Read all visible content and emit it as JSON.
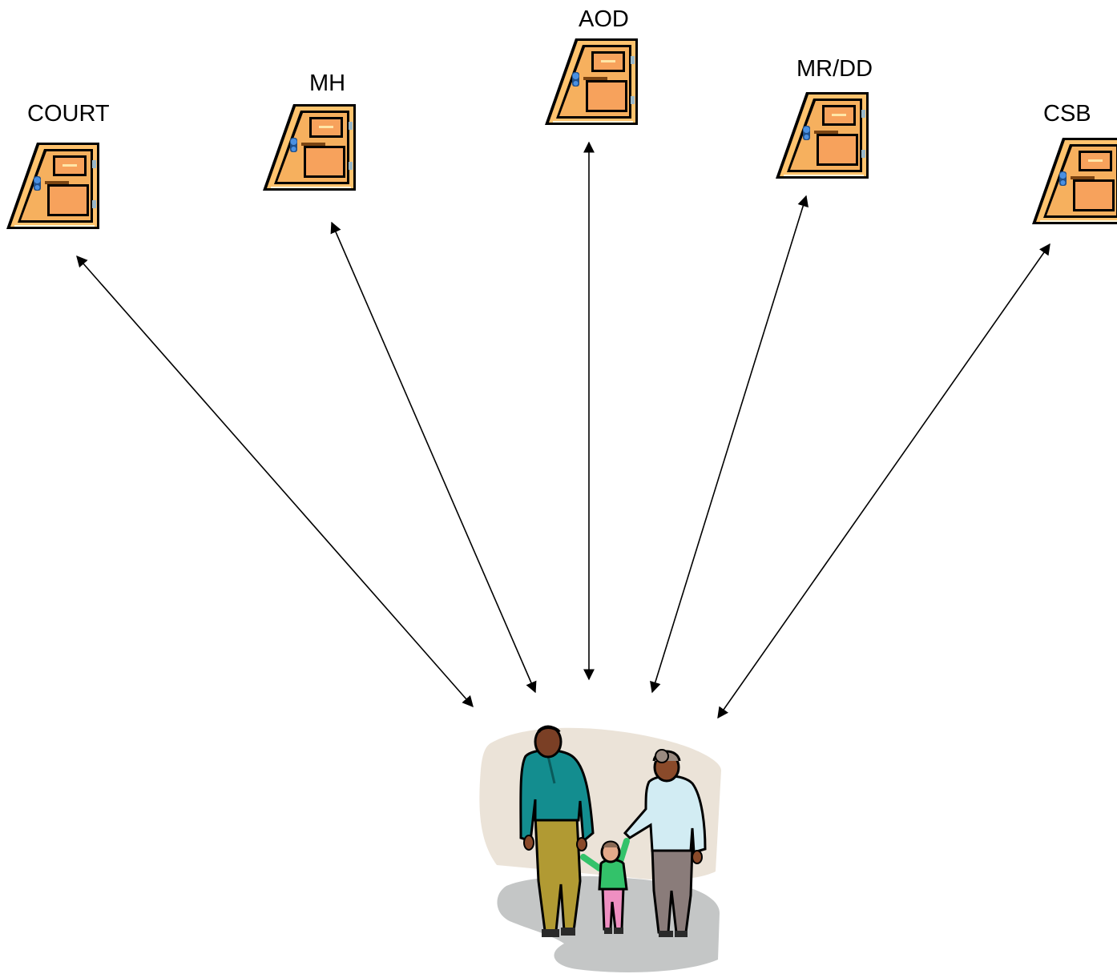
{
  "diagram": {
    "doors": [
      {
        "id": "court",
        "label": "COURT"
      },
      {
        "id": "mh",
        "label": "MH"
      },
      {
        "id": "aod",
        "label": "AOD"
      },
      {
        "id": "mrdd",
        "label": "MR/DD"
      },
      {
        "id": "csb",
        "label": "CSB"
      }
    ],
    "center_figure": "family-walking"
  },
  "colors": {
    "door_fill": "#f7a25c",
    "door_frame": "#ffc36e",
    "door_outline": "#000000",
    "knob": "#4a90e2",
    "background_patch": "#ebe3d8",
    "shadow": "#c4c6c6",
    "man_shirt": "#138d8f",
    "man_pants": "#b19a33",
    "woman_shirt": "#d2ecf3",
    "woman_pants": "#8a7c7a",
    "child_shirt": "#33c26a",
    "child_pants": "#ee8fc1",
    "arrow": "#000000"
  }
}
